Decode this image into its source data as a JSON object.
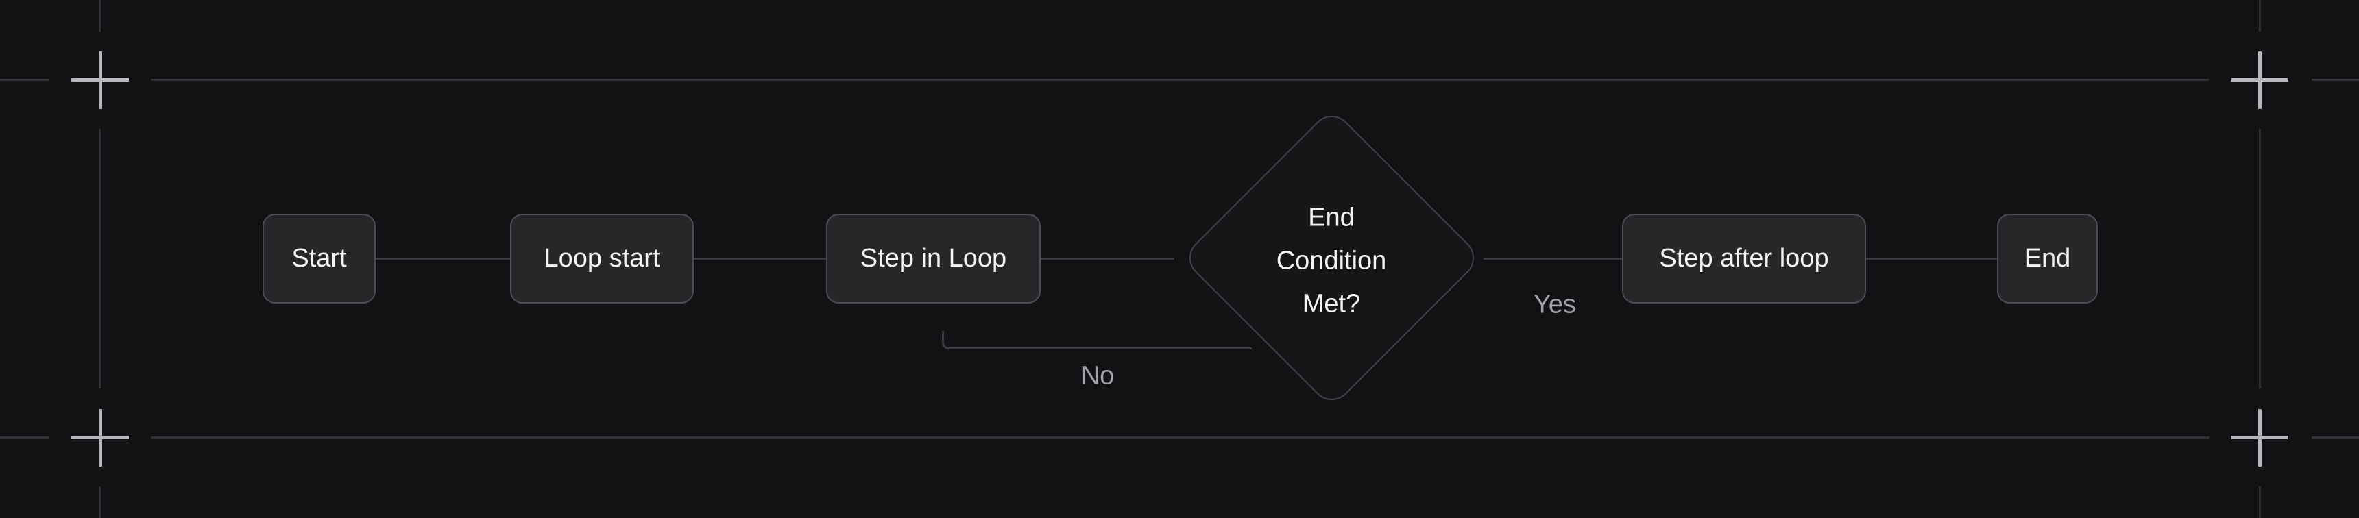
{
  "diagram": {
    "type": "flowchart",
    "direction": "left-to-right",
    "nodes": [
      {
        "id": "start",
        "label": "Start",
        "shape": "rounded-rect"
      },
      {
        "id": "loop-start",
        "label": "Loop start",
        "shape": "rounded-rect"
      },
      {
        "id": "step-in-loop",
        "label": "Step in Loop",
        "shape": "rounded-rect"
      },
      {
        "id": "end-condition",
        "label": "End Condition Met?",
        "shape": "diamond",
        "lines": [
          "End",
          "Condition",
          "Met?"
        ]
      },
      {
        "id": "step-after-loop",
        "label": "Step after loop",
        "shape": "rounded-rect"
      },
      {
        "id": "end",
        "label": "End",
        "shape": "rounded-rect"
      }
    ],
    "edges": [
      {
        "from": "start",
        "to": "loop-start",
        "label": ""
      },
      {
        "from": "loop-start",
        "to": "step-in-loop",
        "label": ""
      },
      {
        "from": "step-in-loop",
        "to": "end-condition",
        "label": ""
      },
      {
        "from": "end-condition",
        "to": "step-after-loop",
        "label": "Yes"
      },
      {
        "from": "end-condition",
        "to": "step-in-loop",
        "label": "No",
        "route": "down-then-left-loopback"
      },
      {
        "from": "step-after-loop",
        "to": "end",
        "label": ""
      }
    ],
    "edge_labels": {
      "yes": "Yes",
      "no": "No"
    }
  },
  "frame": {
    "corner_marks": 4,
    "mark_glyph": "plus"
  },
  "colors": {
    "background": "#121214",
    "node_fill": "#27272a",
    "node_border": "#4c4c54",
    "node_text": "#f4f4f5",
    "diamond_fill": "#161619",
    "diamond_border": "#414148",
    "edge_line": "#3a3a40",
    "edge_label_text": "#a1a1aa",
    "frame_line": "#313136",
    "crosshair_mark": "#b6b6bc"
  }
}
